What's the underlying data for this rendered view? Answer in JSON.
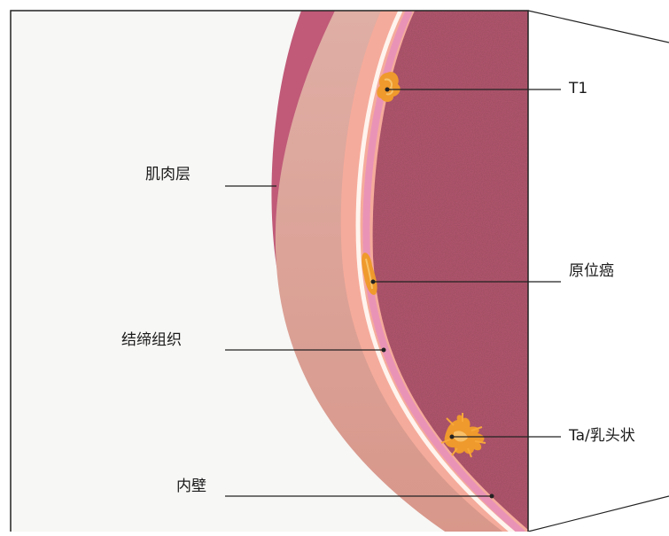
{
  "labels": {
    "left": [
      "肌肉层",
      "结缔组织",
      "内壁"
    ],
    "right": [
      "T1",
      "原位癌",
      "Ta/乳头状"
    ]
  },
  "colors": {
    "background": "#f7f7f5",
    "muscle_layer": "#c05a78",
    "connective_tissue": "#dfa597",
    "inner_wall": "#f5ab9b",
    "lumen": "#b3586f",
    "tumor": "#ef9a2c",
    "leader_line": "#222222"
  }
}
